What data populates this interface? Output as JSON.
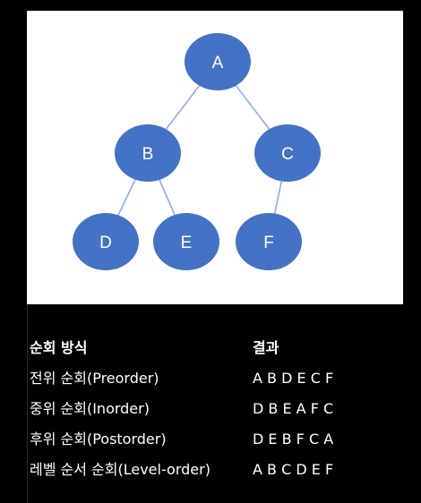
{
  "tree": {
    "nodes": [
      {
        "id": "A",
        "label": "A"
      },
      {
        "id": "B",
        "label": "B"
      },
      {
        "id": "C",
        "label": "C"
      },
      {
        "id": "D",
        "label": "D"
      },
      {
        "id": "E",
        "label": "E"
      },
      {
        "id": "F",
        "label": "F"
      }
    ],
    "edges": [
      [
        "A",
        "B"
      ],
      [
        "A",
        "C"
      ],
      [
        "B",
        "D"
      ],
      [
        "B",
        "E"
      ],
      [
        "C",
        "F"
      ]
    ],
    "node_color": "#4472C4",
    "edge_color": "#8FAADC"
  },
  "table": {
    "header": {
      "method": "순회 방식",
      "result": "결과"
    },
    "rows": [
      {
        "method": "전위 순회(Preorder)",
        "result": "A B D E C F"
      },
      {
        "method": "중위 순회(Inorder)",
        "result": "D B E A F C"
      },
      {
        "method": "후위 순회(Postorder)",
        "result": "D E B F C A"
      },
      {
        "method": "레벨 순서 순회(Level-order)",
        "result": "A B C D E F"
      }
    ]
  }
}
